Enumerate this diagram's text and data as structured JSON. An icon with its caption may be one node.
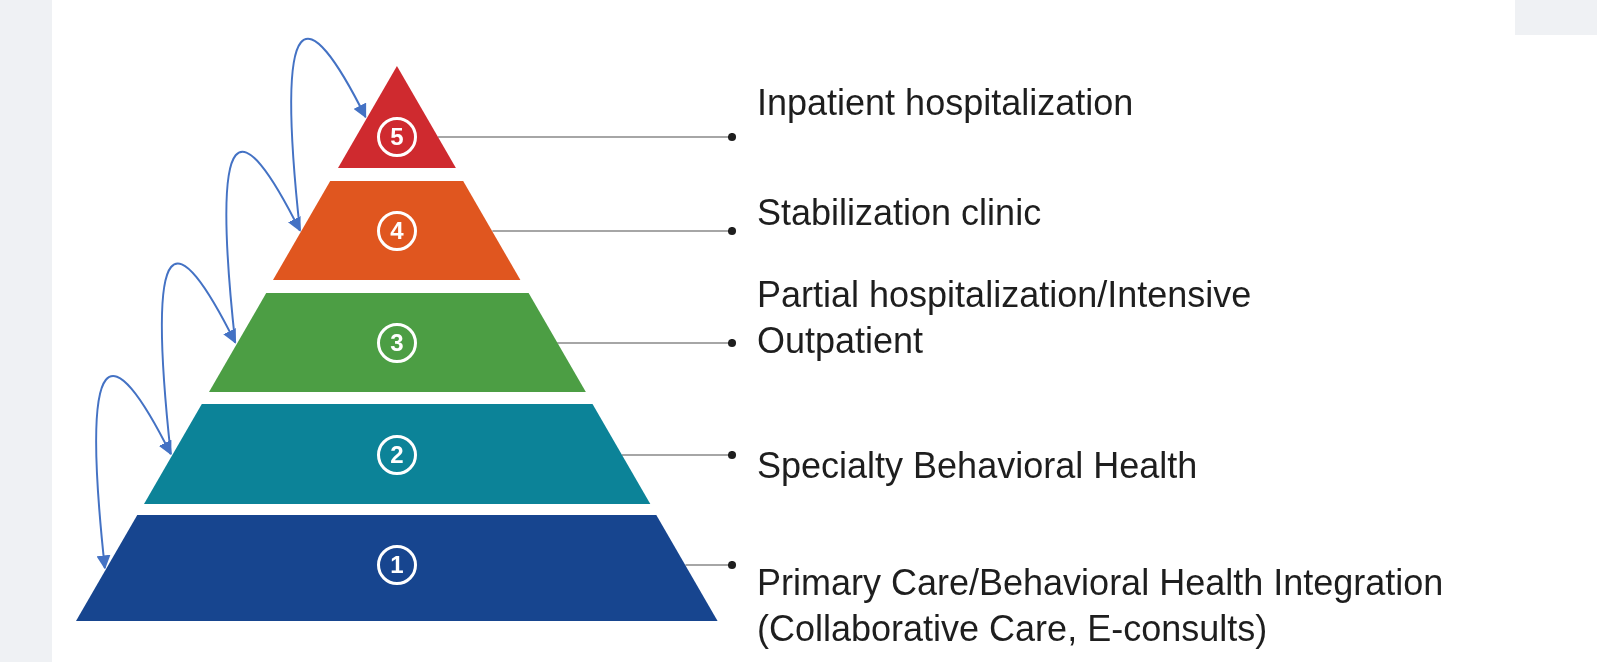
{
  "diagram": {
    "nodes": [
      {
        "text": [
          "5"
        ]
      },
      {
        "text": [
          "4"
        ]
      },
      {
        "text": [
          "3"
        ]
      },
      {
        "text": [
          "2"
        ]
      },
      {
        "text": [
          "1"
        ]
      },
      {
        "text": [
          "Inpatient hospitalization"
        ]
      },
      {
        "text": [
          "Stabilization clinic"
        ]
      },
      {
        "text": [
          "Partial hospitalization/Intensive Outpatient"
        ]
      },
      {
        "text": [
          "Specialty Behavioral Health"
        ]
      },
      {
        "text": [
          "Primary Care/Behavioral Health Integration (Collaborative Care, E-consults)"
        ]
      }
    ],
    "edges": [
      {
        "from": 5,
        "to": 0,
        "arrow": "other"
      },
      {
        "from": 6,
        "to": 1,
        "arrow": "other"
      },
      {
        "from": 7,
        "to": 2,
        "arrow": "other"
      },
      {
        "from": 8,
        "to": 3,
        "arrow": "other"
      },
      {
        "from": 9,
        "to": 4,
        "arrow": "other"
      },
      {
        "from": 4,
        "to": 3,
        "arrow": "both",
        "color": "#4472c4"
      },
      {
        "from": 3,
        "to": 2,
        "arrow": "to",
        "color": "#4472c4"
      },
      {
        "from": 2,
        "to": 1,
        "arrow": "to",
        "color": "#4472c4"
      },
      {
        "from": 1,
        "to": 0,
        "arrow": "to",
        "color": "#4472c4"
      }
    ]
  }
}
